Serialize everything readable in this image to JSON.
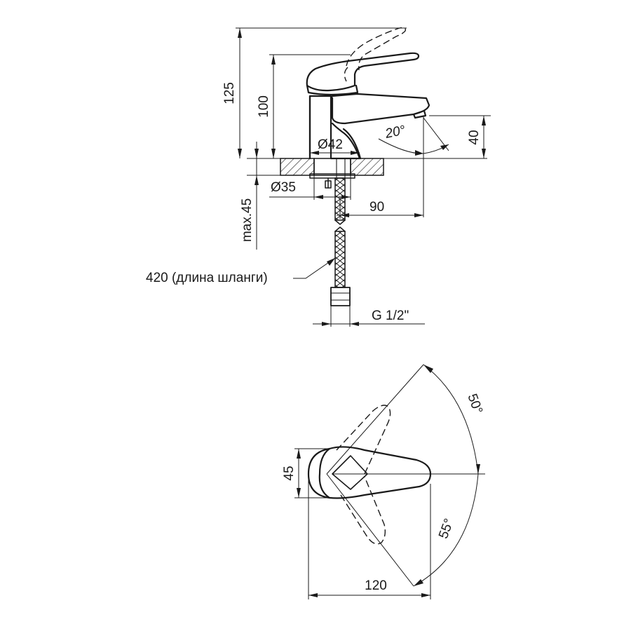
{
  "side_view": {
    "height_total": "125",
    "height_body": "100",
    "spout_height": "40",
    "spout_angle": "20°",
    "body_diameter": "Ø42",
    "hole_diameter": "Ø35",
    "spout_reach": "90",
    "max_thickness": "max.45",
    "hose_length": "420 (длина шланги)",
    "connection_thread": "G 1/2\""
  },
  "top_view": {
    "handle_width": "45",
    "overall_length": "120",
    "rotation_angle_upper": "50°",
    "rotation_angle_lower": "55°"
  }
}
